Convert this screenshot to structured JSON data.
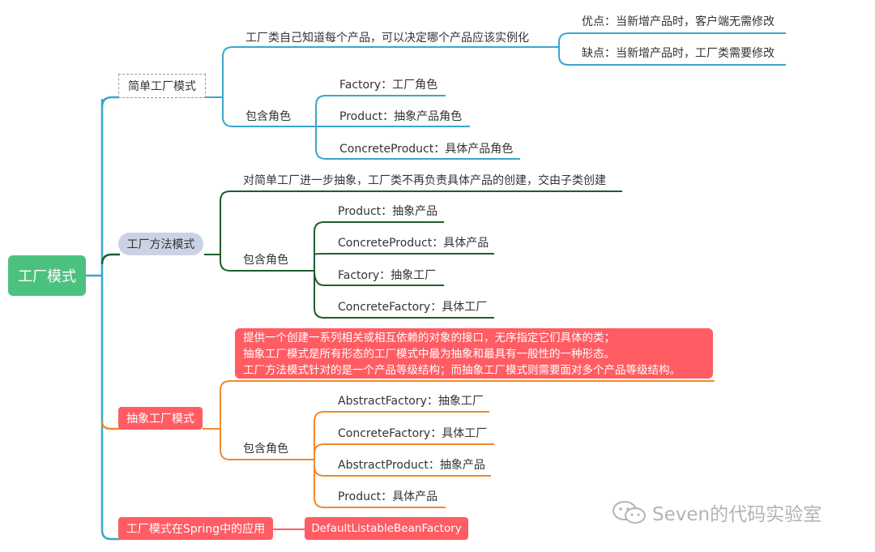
{
  "root": "工厂模式",
  "simple": {
    "label": "简单工厂模式",
    "desc": "工厂类自己知道每个产品，可以决定哪个产品应该实例化",
    "pros": "优点：当新增产品时，客户端无需修改",
    "cons": "缺点：当新增产品时，工厂类需要修改",
    "roles_label": "包含角色",
    "roles": [
      "Factory：工厂角色",
      "Product：抽象产品角色",
      "ConcreteProduct：具体产品角色"
    ]
  },
  "method": {
    "label": "工厂方法模式",
    "desc": "对简单工厂进一步抽象，工厂类不再负责具体产品的创建，交由子类创建",
    "roles_label": "包含角色",
    "roles": [
      "Product：抽象产品",
      "ConcreteProduct：具体产品",
      "Factory：抽象工厂",
      "ConcreteFactory：具体工厂"
    ]
  },
  "abstract": {
    "label": "抽象工厂模式",
    "desc_lines": [
      "提供一个创建一系列相关或相互依赖的对象的接口，无序指定它们具体的类；",
      "抽象工厂模式是所有形态的工厂模式中最为抽象和最具有一般性的一种形态。",
      "工厂方法模式针对的是一个产品等级结构；而抽象工厂模式则需要面对多个产品等级结构。"
    ],
    "roles_label": "包含角色",
    "roles": [
      "AbstractFactory：抽象工厂",
      "ConcreteFactory：具体工厂",
      "AbstractProduct：抽象产品",
      "Product：具体产品"
    ]
  },
  "spring": {
    "label": "工厂模式在Spring中的应用",
    "child": "DefaultListableBeanFactory"
  },
  "watermark": "Seven的代码实验室",
  "colors": {
    "root": "#4cc17f",
    "simple": "#3aa6cc",
    "method": "#1d5e2c",
    "abstract": "#f08a2c",
    "red": "#ff5c63",
    "pill": "#cad3e4"
  }
}
